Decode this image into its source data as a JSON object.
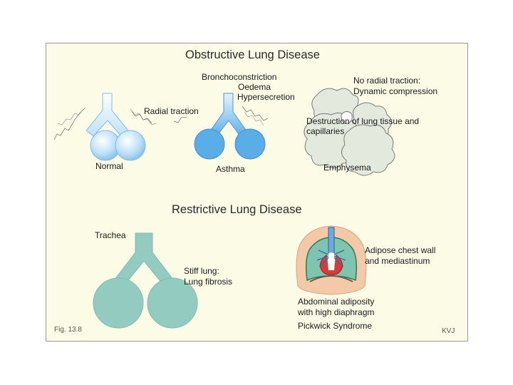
{
  "obstructive": {
    "title": "Obstructive Lung Disease",
    "asthma_causes": [
      "Bronchoconstriction",
      "Oedema",
      "Hypersecretion"
    ],
    "radial_traction": "Radial traction",
    "emphysema_note": [
      "No radial traction:",
      "Dynamic compression"
    ],
    "emphysema_destruction": [
      "Destruction of lung tissue and",
      "capillaries"
    ],
    "labels": {
      "normal": "Normal",
      "asthma": "Asthma",
      "emphysema": "Emphysema"
    }
  },
  "restrictive": {
    "title": "Restrictive Lung Disease",
    "trachea": "Trachea",
    "stiff_lung": [
      "Stiff lung:",
      "Lung fibrosis"
    ],
    "adipose": [
      "Adipose chest wall",
      "and mediastinum"
    ],
    "abdominal": [
      "Abdominal adiposity",
      "with high diaphragm"
    ],
    "pickwick": "Pickwick Syndrome"
  },
  "footer": {
    "fig": "Fig. 13.8",
    "credit": "KVJ"
  },
  "colors": {
    "lung_blue": "#5aaee8",
    "lung_green": "#93cbc1",
    "emphysema": "#e4e9dd",
    "background": "#fbfbe6"
  }
}
